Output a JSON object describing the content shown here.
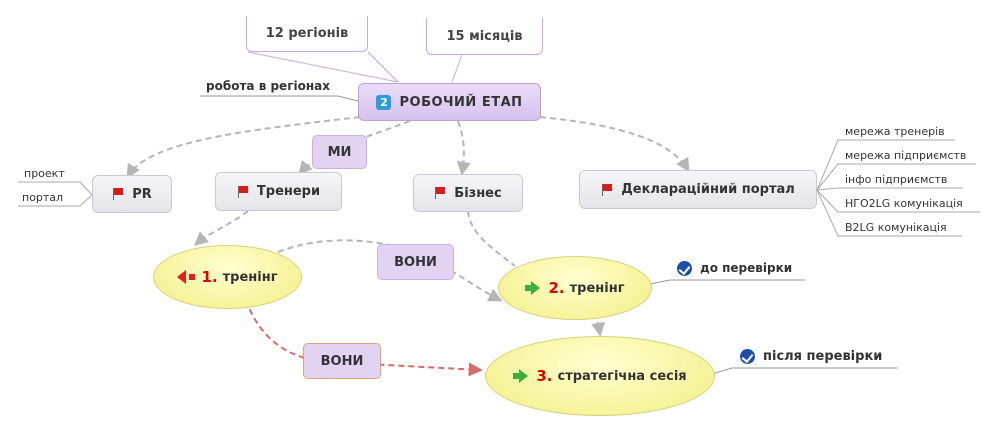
{
  "central": {
    "badge": "2",
    "label": "РОБОЧИЙ ЕТАП"
  },
  "callouts": {
    "regions": "12 регіонів",
    "months": "15 місяців"
  },
  "side_note": "робота в регіонах",
  "labels": {
    "we": "МИ",
    "they_top": "ВОНИ",
    "they_bottom": "ВОНИ"
  },
  "branches": {
    "pr": {
      "label": "PR",
      "children": [
        "проект",
        "портал"
      ]
    },
    "trainers": {
      "label": "Тренери"
    },
    "business": {
      "label": "Бізнес"
    },
    "portal": {
      "label": "Декларацiйний портал",
      "children": [
        "мережа тренерів",
        "мережа підприємств",
        "інфо підприємств",
        "НГО2LG комунікація",
        "B2LG комунікація"
      ]
    }
  },
  "steps": {
    "s1": {
      "num": "1.",
      "label": "тренінг"
    },
    "s2": {
      "num": "2.",
      "label": "тренінг",
      "note": "до перевірки"
    },
    "s3": {
      "num": "3.",
      "label": "стратегічна сесія",
      "note": "після перевірки"
    }
  },
  "colors": {
    "link_grey": "#b5b5b5",
    "link_red": "#d76a6a",
    "flag": "#d81b1b",
    "ellipse": "#f6f39a",
    "step_number": "#e00000"
  },
  "icons": {
    "flag": "flag-icon",
    "priority": "priority-2-icon",
    "check": "check-icon",
    "arrow_left": "arrow-left-icon",
    "arrow_right": "arrow-right-icon"
  }
}
